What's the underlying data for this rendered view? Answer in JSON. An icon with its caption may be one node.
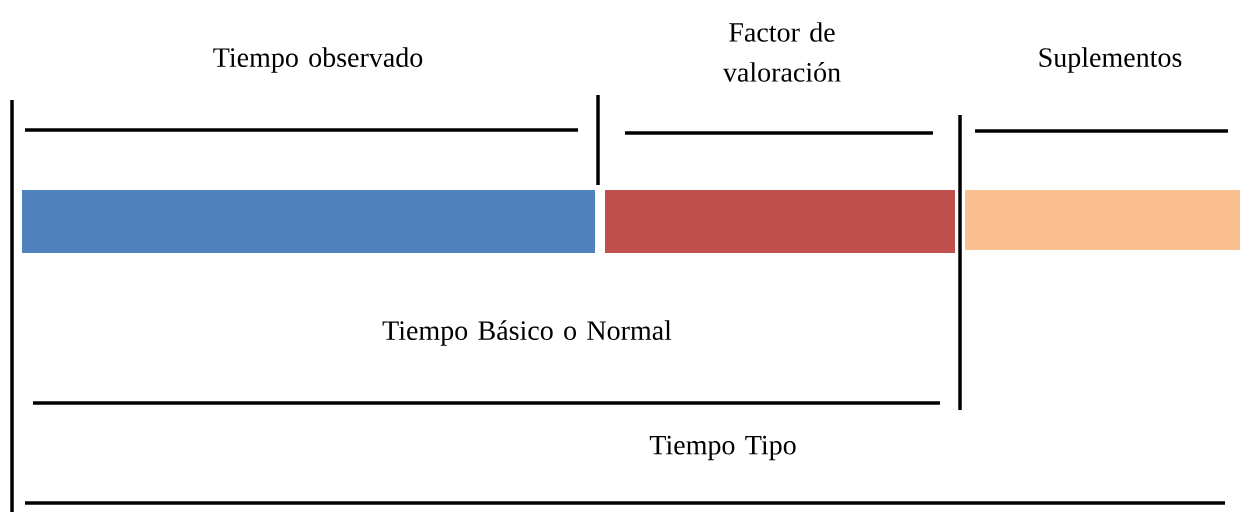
{
  "diagram": {
    "nodes": [
      {
        "text": [],
        "shape": "bar"
      },
      {
        "text": [],
        "shape": "bar"
      },
      {
        "text": [],
        "shape": "bar"
      }
    ],
    "labels": [
      "Tiempo observado",
      "Factor de valoración",
      "Suplementos",
      "Tiempo Básico o Normal",
      "Tiempo Tipo"
    ]
  }
}
